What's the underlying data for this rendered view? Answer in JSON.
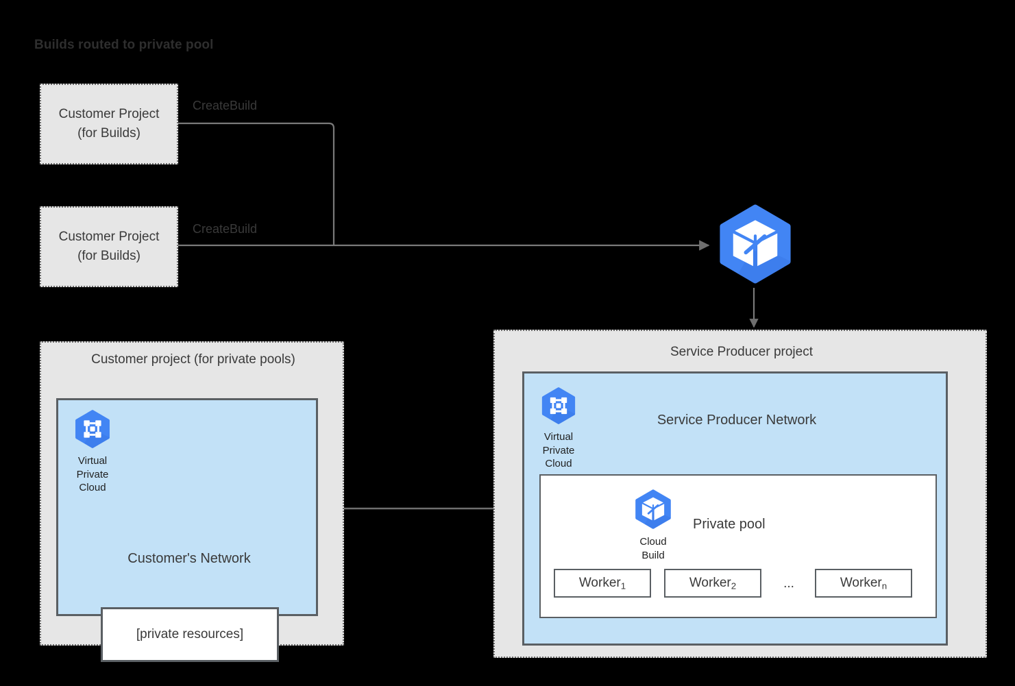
{
  "title": "Builds routed to private pool",
  "colors": {
    "background": "#000000",
    "panel_fill": "#e6e6e6",
    "network_fill": "#c2e1f7",
    "box_fill": "#ffffff",
    "border_gray": "#5a5f63",
    "dotted_border": "#6b6b6b",
    "text": "#3a3a3a",
    "google_blue": "#4285f4",
    "google_blue_shadow": "#3367d6",
    "connector": "#7a7a7a"
  },
  "customer_build_projects": [
    {
      "line1": "Customer Project",
      "line2": "(for Builds)",
      "edge_label": "CreateBuild"
    },
    {
      "line1": "Customer Project",
      "line2": "(for Builds)",
      "edge_label": "CreateBuild"
    }
  ],
  "cloud_build_service": {
    "icon": "cloud-build-icon"
  },
  "customer_panel": {
    "title": "Customer project (for private pools)",
    "network_title": "Customer's Network",
    "vpc": {
      "icon": "virtual-private-cloud-icon",
      "caption_line1": "Virtual",
      "caption_line2": "Private",
      "caption_line3": "Cloud"
    },
    "private_resources_label": "[private resources]"
  },
  "producer_panel": {
    "title": "Service Producer project",
    "network_title": "Service Producer Network",
    "vpc": {
      "icon": "virtual-private-cloud-icon",
      "caption_line1": "Virtual",
      "caption_line2": "Private",
      "caption_line3": "Cloud"
    },
    "private_pool": {
      "title": "Private pool",
      "cloud_build": {
        "icon": "cloud-build-icon",
        "caption_line1": "Cloud",
        "caption_line2": "Build"
      },
      "workers": [
        {
          "name": "Worker",
          "subscript": "1"
        },
        {
          "name": "Worker",
          "subscript": "2"
        },
        {
          "name": "Worker",
          "subscript": "n"
        }
      ],
      "ellipsis": "..."
    }
  },
  "connectors": {
    "build_to_service": "CreateBuild requests routed to Cloud Build",
    "service_to_producer": "downward arrow to Service Producer project",
    "peering": "bidirectional arrow between Customer's Network and Service Producer Network"
  }
}
